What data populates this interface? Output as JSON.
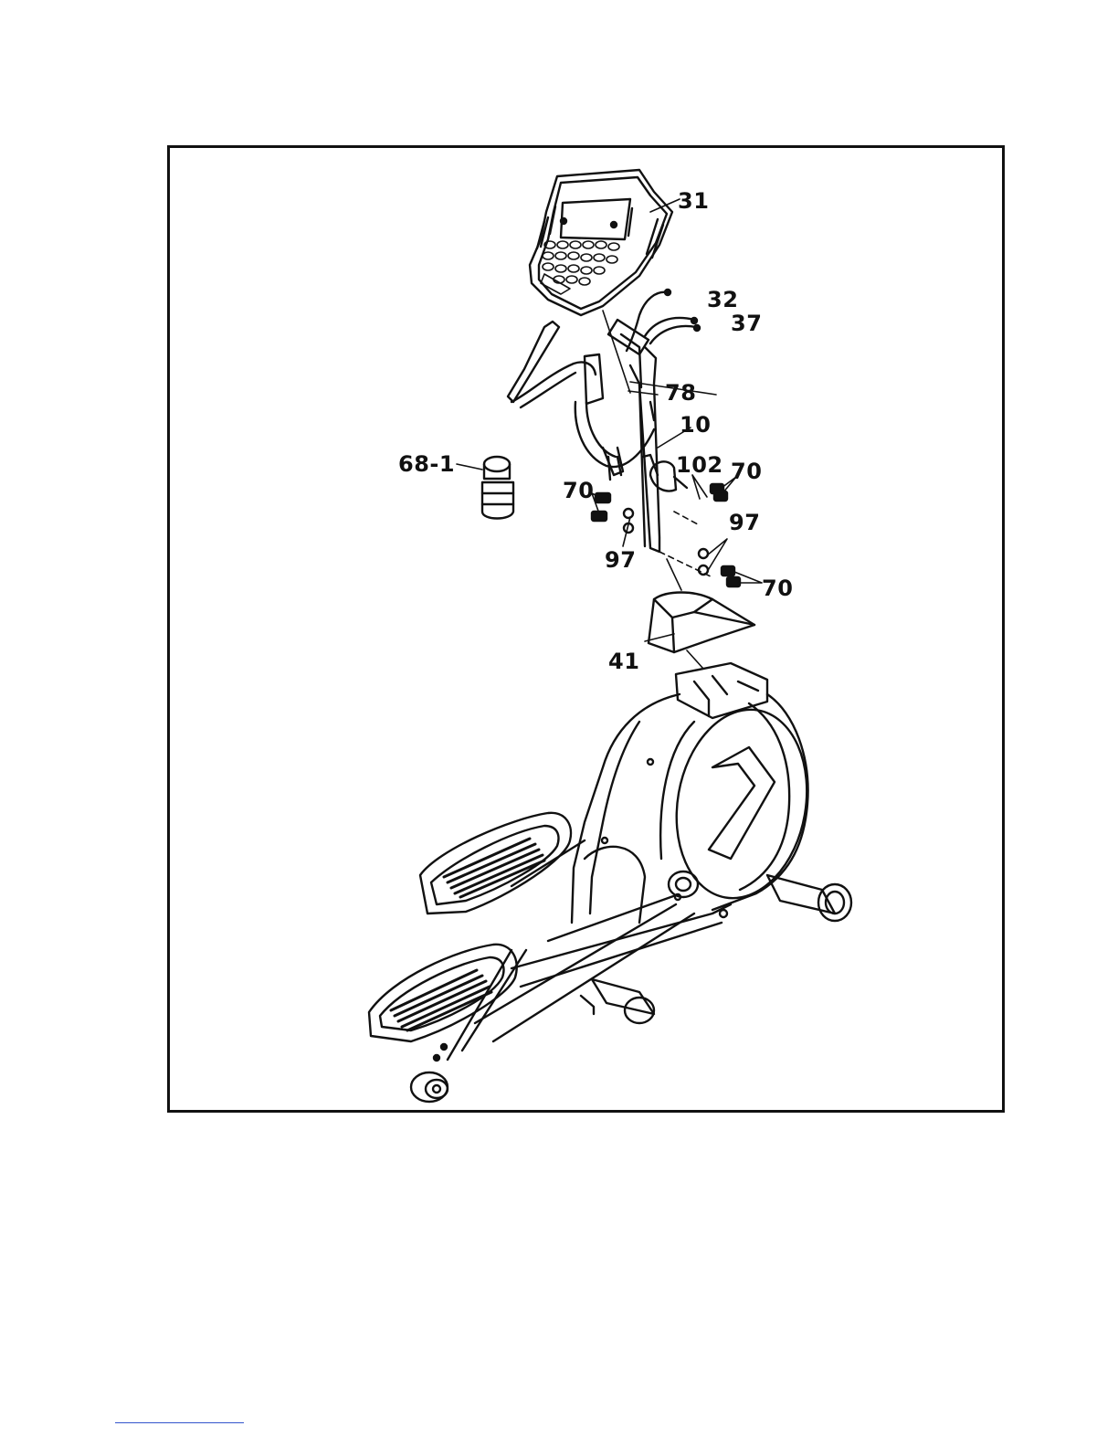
{
  "diagram": {
    "colors": {
      "line": "#111111",
      "background": "#ffffff",
      "footer_rule": "#3355cc"
    },
    "part_labels": {
      "console": "31",
      "wire_upper": "32",
      "pulse_wires": "37",
      "screws_78": "78",
      "upright": "10",
      "bottle": "68-1",
      "axle_102": "102",
      "bolts_right_upper": "70",
      "bolts_left": "70",
      "washers_left": "97",
      "washers_right": "97",
      "bolts_right_lower": "70",
      "upright_cover": "41"
    }
  }
}
